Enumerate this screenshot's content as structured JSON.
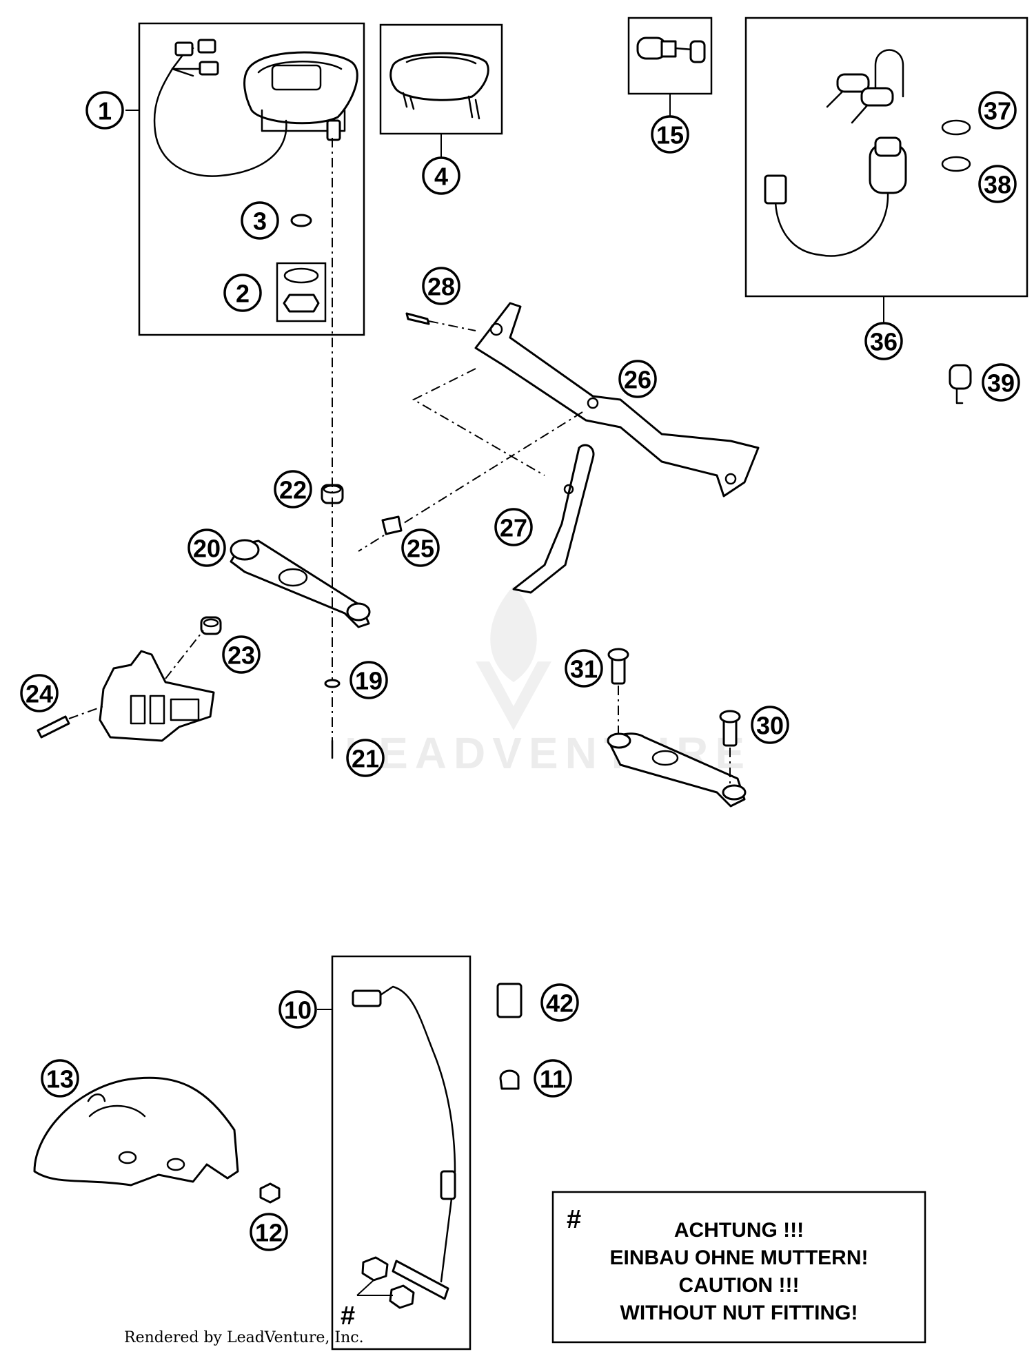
{
  "diagram": {
    "callouts": [
      "1",
      "2",
      "3",
      "4",
      "15",
      "37",
      "38",
      "36",
      "39",
      "28",
      "26",
      "22",
      "25",
      "27",
      "20",
      "23",
      "24",
      "19",
      "21",
      "31",
      "30",
      "10",
      "42",
      "11",
      "13",
      "12"
    ],
    "note": {
      "hash": "#",
      "lines": [
        "ACHTUNG !!!",
        "EINBAU OHNE MUTTERN!",
        "CAUTION !!!",
        "WITHOUT NUT FITTING!"
      ]
    },
    "hash_marker": "#",
    "credit": "Rendered by LeadVenture, Inc.",
    "watermark": "LEADVENTURE"
  }
}
